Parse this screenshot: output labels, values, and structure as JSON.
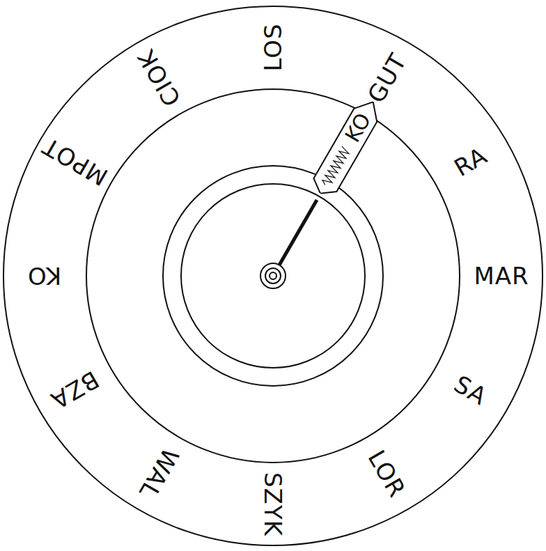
{
  "diagram": {
    "nodes": [
      {
        "text": [
          "KO"
        ]
      }
    ],
    "labels": [
      "LOS",
      "GUT",
      "RA",
      "MAR",
      "SA",
      "LOR",
      "SZYK",
      "WAL",
      "BZA",
      "KO",
      "MPOT",
      "CIOK"
    ]
  }
}
